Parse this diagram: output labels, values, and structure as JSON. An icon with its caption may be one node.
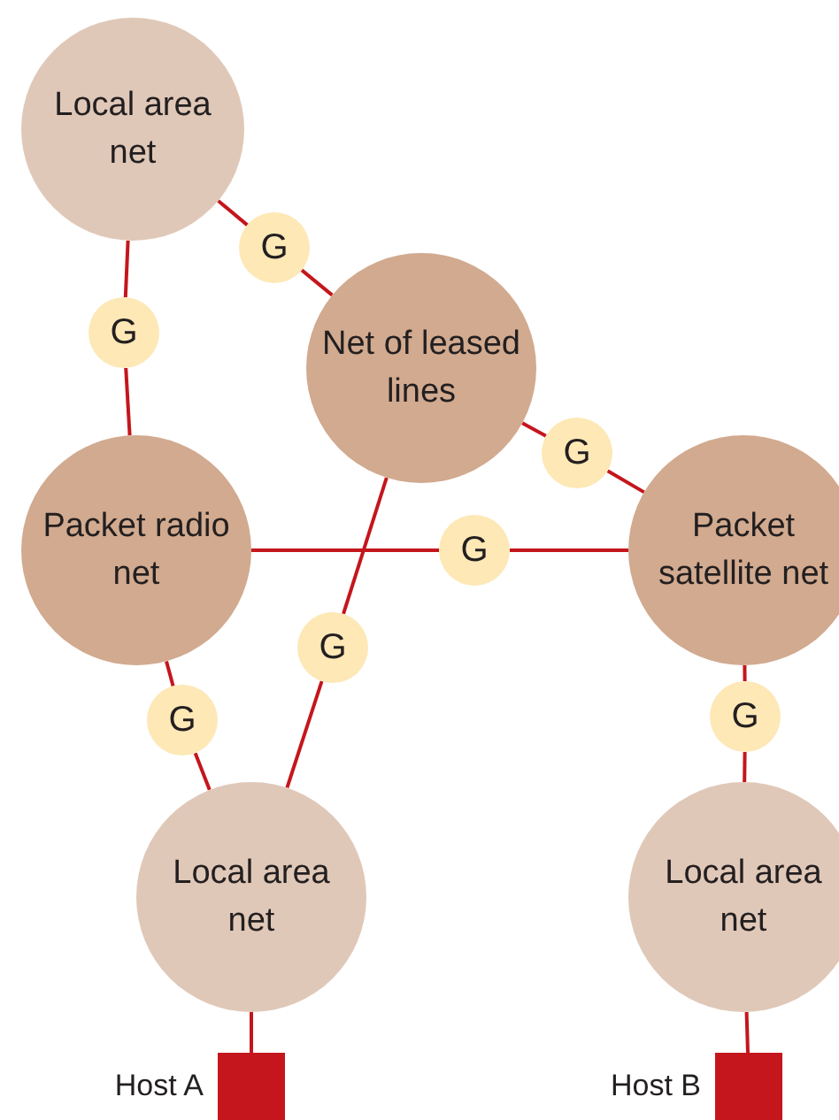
{
  "diagram": {
    "nodes": [
      {
        "text": [
          "Local area net"
        ]
      },
      {
        "text": [
          "G"
        ]
      },
      {
        "text": [
          "G"
        ]
      },
      {
        "text": [
          "Net of leased lines"
        ]
      },
      {
        "text": [
          "G"
        ]
      },
      {
        "text": [
          "Packet radio net"
        ]
      },
      {
        "text": [
          "G"
        ]
      },
      {
        "text": [
          "Packet satellite net"
        ]
      },
      {
        "text": [
          "G"
        ]
      },
      {
        "text": [
          "G"
        ]
      },
      {
        "text": [
          "G"
        ]
      },
      {
        "text": [
          "Local area net"
        ]
      },
      {
        "text": [
          "Local area net"
        ]
      },
      {
        "text": [],
        "shape": "box",
        "beside": [
          "Host A"
        ]
      },
      {
        "text": [],
        "shape": "box",
        "beside": [
          "Host B"
        ]
      }
    ],
    "edges": [
      {
        "from": 0,
        "to": 1,
        "arrow": "none"
      },
      {
        "from": 1,
        "to": 3,
        "arrow": "none"
      },
      {
        "from": 0,
        "to": 2,
        "arrow": "none"
      },
      {
        "from": 2,
        "to": 5,
        "arrow": "none"
      },
      {
        "from": 3,
        "to": 4,
        "arrow": "none"
      },
      {
        "from": 4,
        "to": 7,
        "arrow": "none"
      },
      {
        "from": 5,
        "to": 6,
        "arrow": "none"
      },
      {
        "from": 6,
        "to": 7,
        "arrow": "none"
      },
      {
        "from": 3,
        "to": 9,
        "arrow": "none"
      },
      {
        "from": 9,
        "to": 11,
        "arrow": "none"
      },
      {
        "from": 5,
        "to": 10,
        "arrow": "none"
      },
      {
        "from": 10,
        "to": 11,
        "arrow": "none"
      },
      {
        "from": 7,
        "to": 8,
        "arrow": "none"
      },
      {
        "from": 8,
        "to": 12,
        "arrow": "none"
      },
      {
        "from": 11,
        "to": 13,
        "arrow": "none"
      },
      {
        "from": 12,
        "to": 14,
        "arrow": "none"
      }
    ]
  }
}
